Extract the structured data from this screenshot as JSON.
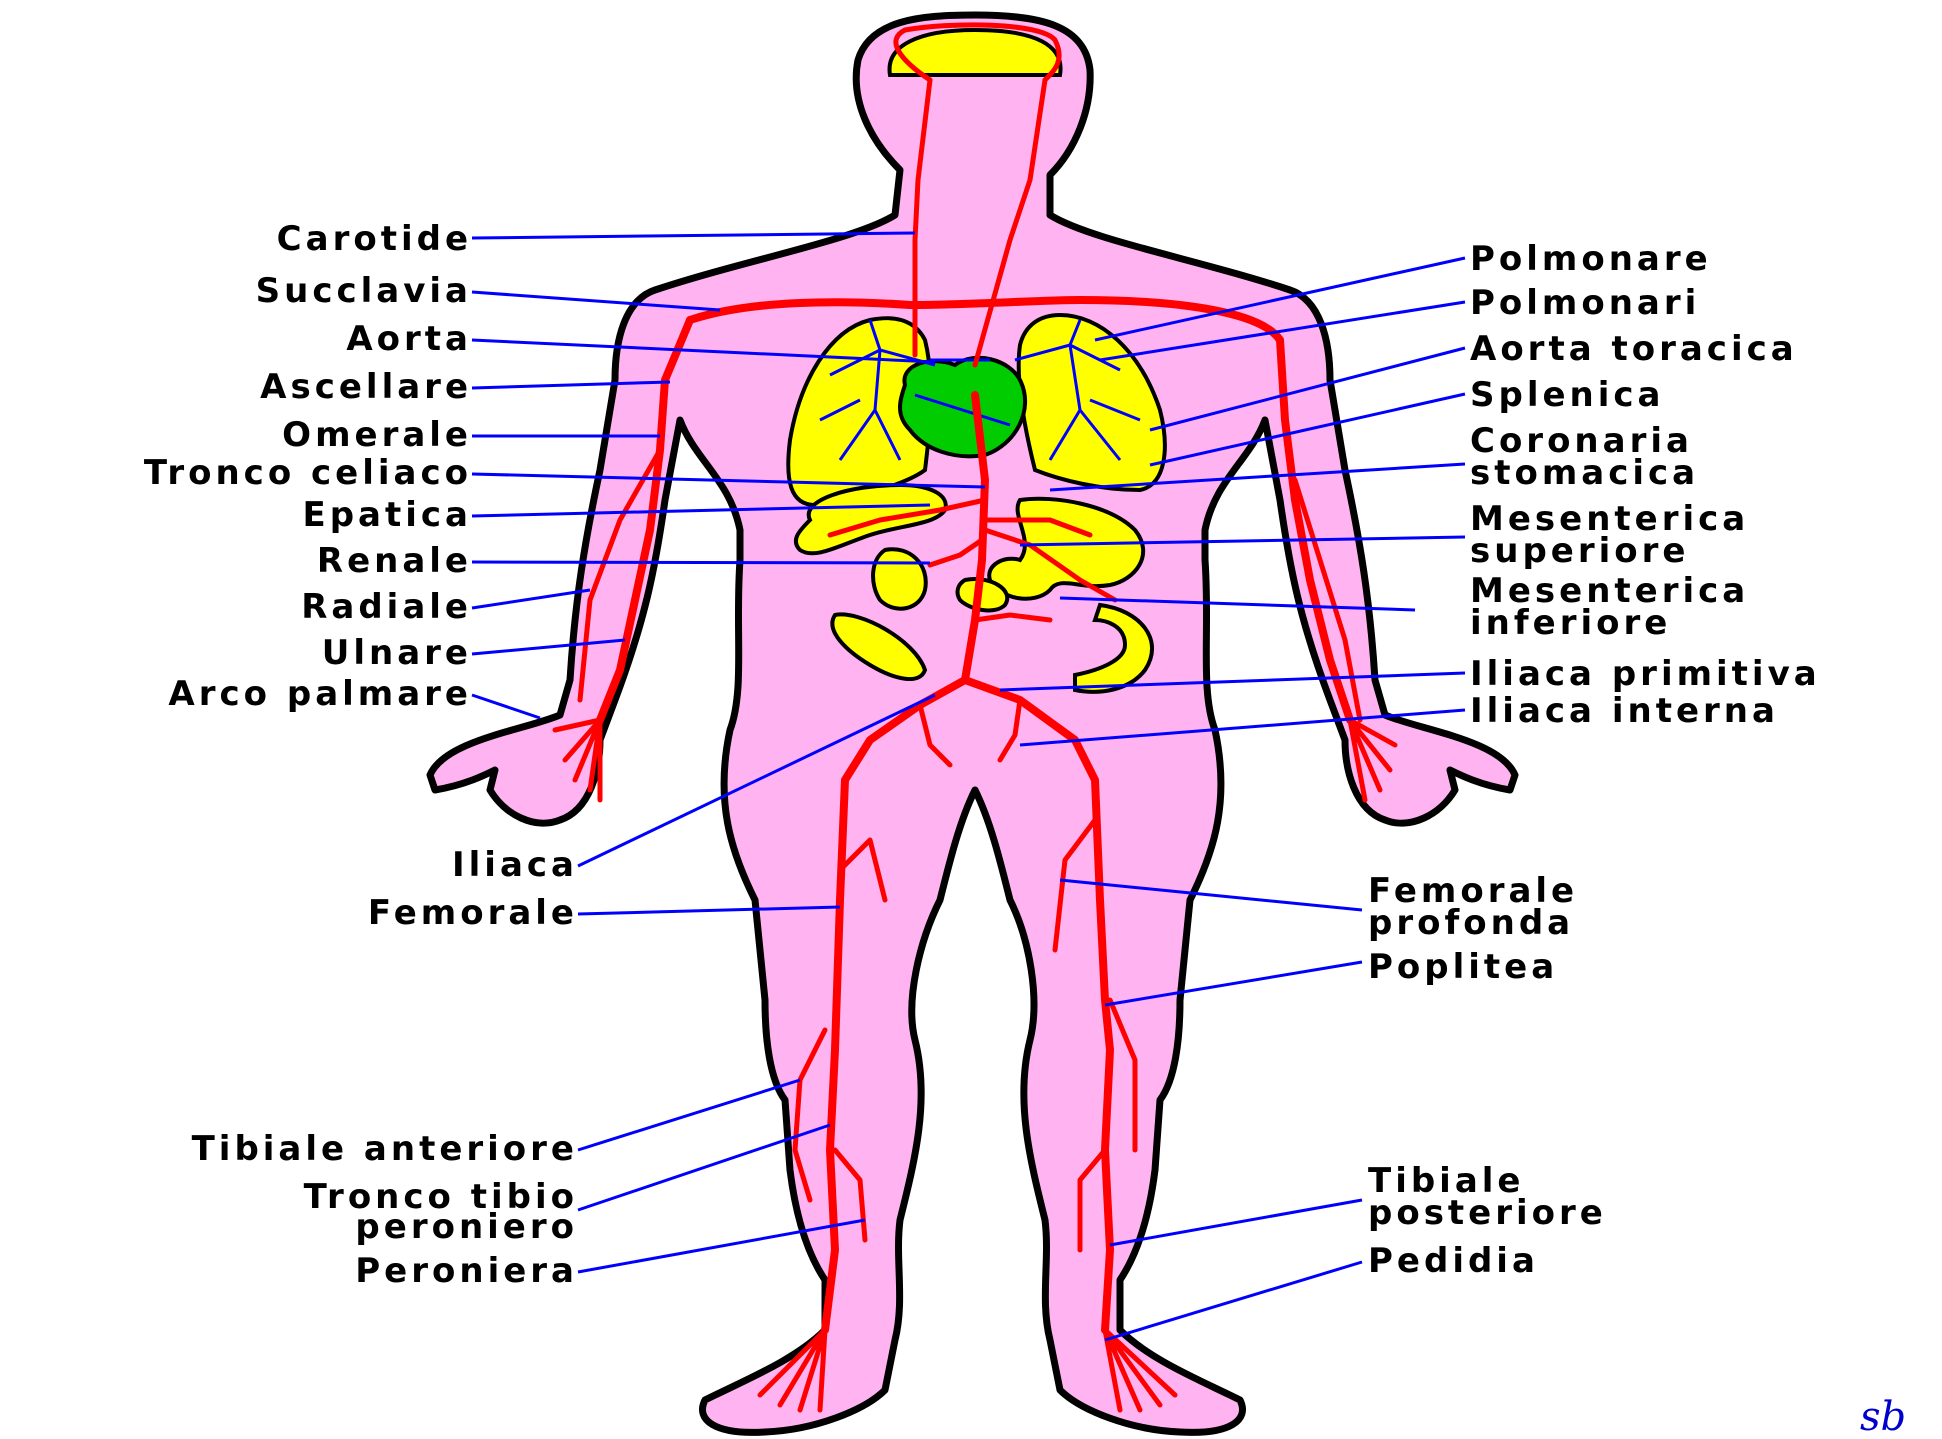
{
  "labels_left": [
    {
      "id": "carotide",
      "text": "Carotide"
    },
    {
      "id": "succlavia",
      "text": "Succlavia"
    },
    {
      "id": "aorta",
      "text": "Aorta"
    },
    {
      "id": "ascellare",
      "text": "Ascellare"
    },
    {
      "id": "omerale",
      "text": "Omerale"
    },
    {
      "id": "tronco-celiaco",
      "text": "Tronco celiaco"
    },
    {
      "id": "epatica",
      "text": "Epatica"
    },
    {
      "id": "renale",
      "text": "Renale"
    },
    {
      "id": "radiale",
      "text": "Radiale"
    },
    {
      "id": "ulnare",
      "text": "Ulnare"
    },
    {
      "id": "arco-palmare",
      "text": "Arco palmare"
    },
    {
      "id": "iliaca",
      "text": "Iliaca"
    },
    {
      "id": "femorale",
      "text": "Femorale"
    },
    {
      "id": "tibiale-anteriore",
      "text": "Tibiale anteriore"
    },
    {
      "id": "tronco-tibio-1",
      "text": "Tronco tibio"
    },
    {
      "id": "tronco-tibio-2",
      "text": "peroniero"
    },
    {
      "id": "peroniera",
      "text": "Peroniera"
    }
  ],
  "labels_right": [
    {
      "id": "polmonare",
      "text": "Polmonare"
    },
    {
      "id": "polmonari",
      "text": "Polmonari"
    },
    {
      "id": "aorta-toracica",
      "text": "Aorta toracica"
    },
    {
      "id": "splenica",
      "text": "Splenica"
    },
    {
      "id": "coronaria-1",
      "text": "Coronaria"
    },
    {
      "id": "coronaria-2",
      "text": "stomacica"
    },
    {
      "id": "mesenterica-sup-1",
      "text": "Mesenterica"
    },
    {
      "id": "mesenterica-sup-2",
      "text": "superiore"
    },
    {
      "id": "mesenterica-inf-1",
      "text": "Mesenterica"
    },
    {
      "id": "mesenterica-inf-2",
      "text": "inferiore"
    },
    {
      "id": "iliaca-primitiva",
      "text": "Iliaca primitiva"
    },
    {
      "id": "iliaca-interna",
      "text": "Iliaca interna"
    },
    {
      "id": "femorale-profonda-1",
      "text": "Femorale"
    },
    {
      "id": "femorale-profonda-2",
      "text": "profonda"
    },
    {
      "id": "poplitea",
      "text": "Poplitea"
    },
    {
      "id": "tibiale-posteriore-1",
      "text": "Tibiale"
    },
    {
      "id": "tibiale-posteriore-2",
      "text": "posteriore"
    },
    {
      "id": "pedidia",
      "text": "Pedidia"
    }
  ],
  "signature": "sb",
  "colors": {
    "skin": "#ffb3f0",
    "artery": "#ff0000",
    "leader": "#0000ff",
    "organ": "#ffff00",
    "heart": "#00cc00"
  }
}
